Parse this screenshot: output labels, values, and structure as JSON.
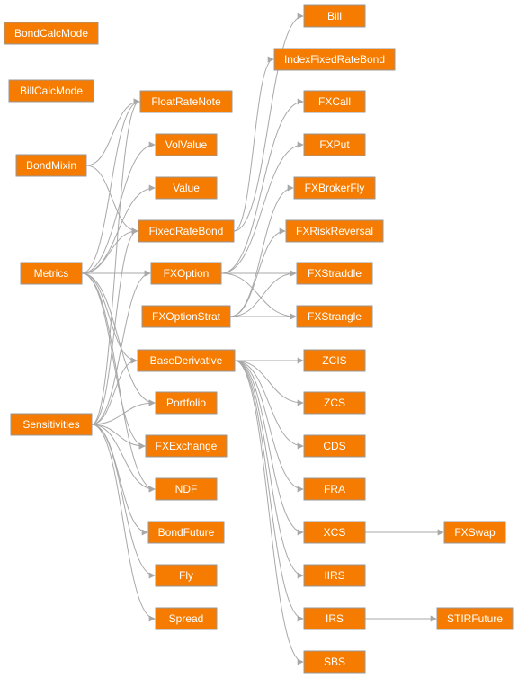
{
  "colors": {
    "node_fill": "#f57c00",
    "node_stroke": "#999999",
    "edge": "#a8a8a8",
    "label": "#ffffff"
  },
  "nodes": {
    "BondCalcMode": "BondCalcMode",
    "BillCalcMode": "BillCalcMode",
    "BondMixin": "BondMixin",
    "Metrics": "Metrics",
    "Sensitivities": "Sensitivities",
    "FloatRateNote": "FloatRateNote",
    "VolValue": "VolValue",
    "Value": "Value",
    "FixedRateBond": "FixedRateBond",
    "FXOption": "FXOption",
    "FXOptionStrat": "FXOptionStrat",
    "BaseDerivative": "BaseDerivative",
    "Portfolio": "Portfolio",
    "FXExchange": "FXExchange",
    "NDF": "NDF",
    "BondFuture": "BondFuture",
    "Fly": "Fly",
    "Spread": "Spread",
    "Bill": "Bill",
    "IndexFixedRateBond": "IndexFixedRateBond",
    "FXCall": "FXCall",
    "FXPut": "FXPut",
    "FXBrokerFly": "FXBrokerFly",
    "FXRiskReversal": "FXRiskReversal",
    "FXStraddle": "FXStraddle",
    "FXStrangle": "FXStrangle",
    "ZCIS": "ZCIS",
    "ZCS": "ZCS",
    "CDS": "CDS",
    "FRA": "FRA",
    "XCS": "XCS",
    "IIRS": "IIRS",
    "IRS": "IRS",
    "SBS": "SBS",
    "FXSwap": "FXSwap",
    "STIRFuture": "STIRFuture"
  },
  "edges": [
    [
      "BondMixin",
      "FloatRateNote"
    ],
    [
      "BondMixin",
      "FixedRateBond"
    ],
    [
      "Metrics",
      "FloatRateNote"
    ],
    [
      "Metrics",
      "VolValue"
    ],
    [
      "Metrics",
      "Value"
    ],
    [
      "Metrics",
      "FixedRateBond"
    ],
    [
      "Metrics",
      "FXOption"
    ],
    [
      "Metrics",
      "BaseDerivative"
    ],
    [
      "Metrics",
      "Portfolio"
    ],
    [
      "Metrics",
      "FXExchange"
    ],
    [
      "Metrics",
      "NDF"
    ],
    [
      "Sensitivities",
      "FloatRateNote"
    ],
    [
      "Sensitivities",
      "FixedRateBond"
    ],
    [
      "Sensitivities",
      "FXOption"
    ],
    [
      "Sensitivities",
      "BaseDerivative"
    ],
    [
      "Sensitivities",
      "Portfolio"
    ],
    [
      "Sensitivities",
      "FXExchange"
    ],
    [
      "Sensitivities",
      "NDF"
    ],
    [
      "Sensitivities",
      "BondFuture"
    ],
    [
      "Sensitivities",
      "Fly"
    ],
    [
      "Sensitivities",
      "Spread"
    ],
    [
      "FixedRateBond",
      "Bill"
    ],
    [
      "FixedRateBond",
      "IndexFixedRateBond"
    ],
    [
      "FXOption",
      "FXCall"
    ],
    [
      "FXOption",
      "FXPut"
    ],
    [
      "FXOption",
      "FXStraddle"
    ],
    [
      "FXOption",
      "FXStrangle"
    ],
    [
      "FXOptionStrat",
      "FXBrokerFly"
    ],
    [
      "FXOptionStrat",
      "FXRiskReversal"
    ],
    [
      "FXOptionStrat",
      "FXStraddle"
    ],
    [
      "FXOptionStrat",
      "FXStrangle"
    ],
    [
      "BaseDerivative",
      "ZCIS"
    ],
    [
      "BaseDerivative",
      "ZCS"
    ],
    [
      "BaseDerivative",
      "CDS"
    ],
    [
      "BaseDerivative",
      "FRA"
    ],
    [
      "BaseDerivative",
      "XCS"
    ],
    [
      "BaseDerivative",
      "IIRS"
    ],
    [
      "BaseDerivative",
      "IRS"
    ],
    [
      "BaseDerivative",
      "SBS"
    ],
    [
      "XCS",
      "FXSwap"
    ],
    [
      "IRS",
      "STIRFuture"
    ]
  ]
}
